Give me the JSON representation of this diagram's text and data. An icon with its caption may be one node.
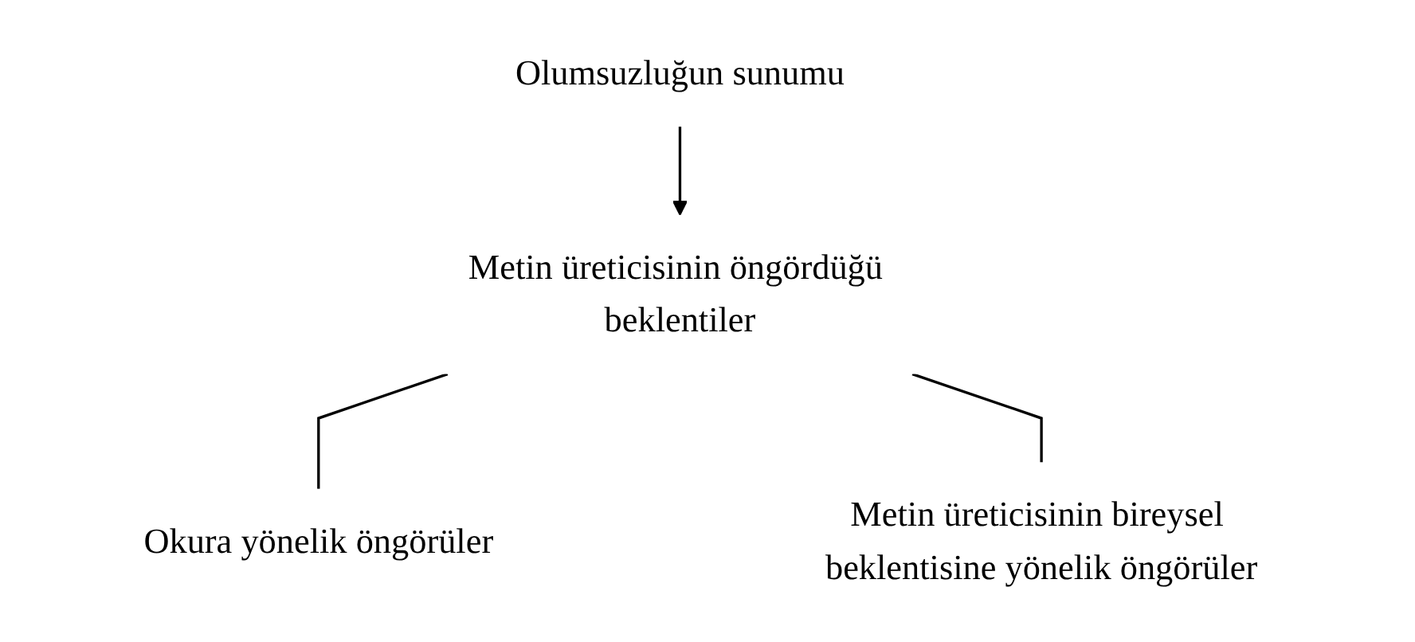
{
  "diagram": {
    "nodes": [
      {
        "text": [
          "Olumsuzluğun sunumu"
        ]
      },
      {
        "text": [
          "Metin üreticisinin öngördüğü beklentiler"
        ]
      },
      {
        "text": [
          "Okura yönelik öngörüler"
        ]
      },
      {
        "text": [
          "Metin üreticisinin bireysel beklentisine yönelik öngörüler"
        ]
      }
    ],
    "edges": [
      {
        "from": 0,
        "to": 1,
        "arrow": "to"
      },
      {
        "from": 1,
        "to": 2,
        "arrow": "none"
      },
      {
        "from": 1,
        "to": 3,
        "arrow": "none"
      }
    ]
  }
}
